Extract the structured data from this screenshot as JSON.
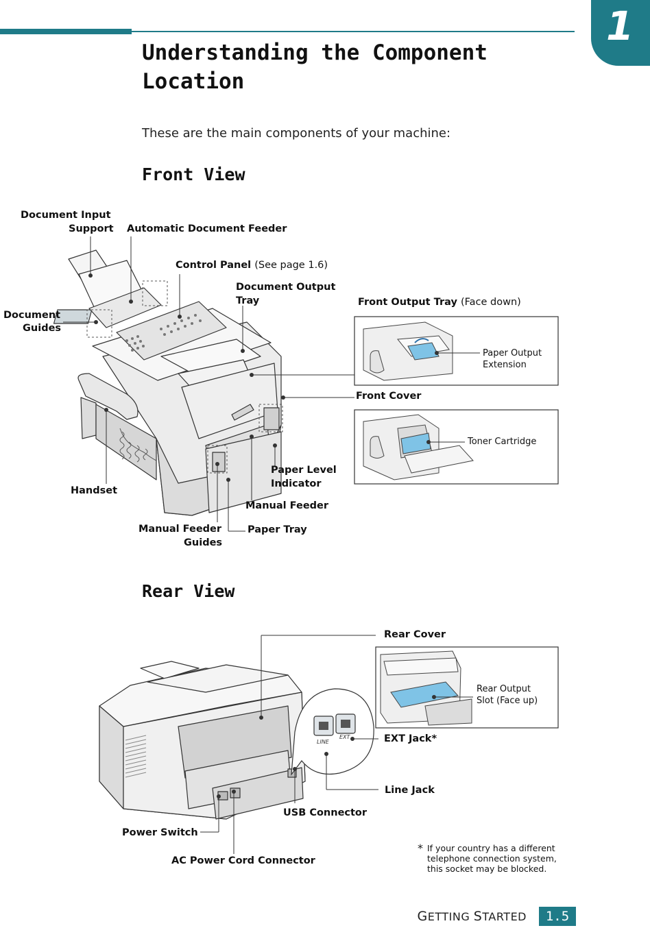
{
  "chapter": {
    "number": "1"
  },
  "title": "Understanding the Component Location",
  "intro": "These are the main components of your machine:",
  "front_view": {
    "heading": "Front View",
    "labels": {
      "doc_input_support_1": "Document Input",
      "doc_input_support_2": "Support",
      "adf": "Automatic Document Feeder",
      "control_panel": "Control Panel",
      "control_panel_note": "(See page 1.6)",
      "doc_output_tray_1": "Document Output",
      "doc_output_tray_2": "Tray",
      "document_guides_1": "Document",
      "document_guides_2": "Guides",
      "front_output_tray": "Front Output Tray",
      "front_output_tray_note": "(Face down)",
      "paper_output_extension_1": "Paper Output",
      "paper_output_extension_2": "Extension",
      "front_cover": "Front Cover",
      "toner_cartridge": "Toner Cartridge",
      "paper_level_indicator_1": "Paper Level",
      "paper_level_indicator_2": "Indicator",
      "handset": "Handset",
      "manual_feeder": "Manual Feeder",
      "manual_feeder_guides_1": "Manual Feeder",
      "manual_feeder_guides_2": "Guides",
      "paper_tray": "Paper Tray"
    }
  },
  "rear_view": {
    "heading": "Rear View",
    "labels": {
      "rear_cover": "Rear Cover",
      "rear_output_slot_1": "Rear Output",
      "rear_output_slot_2": "Slot (Face up)",
      "ext_jack": "EXT Jack*",
      "line_jack": "Line Jack",
      "usb_connector": "USB Connector",
      "power_switch": "Power Switch",
      "ac_power_cord_connector": "AC Power Cord Connector",
      "jack_line_text": "LINE",
      "jack_ext_text": "EXT"
    },
    "note_star": "*",
    "note_1": "If your country has a different",
    "note_2": "telephone connection system,",
    "note_3": "this socket may be blocked."
  },
  "footer": {
    "section_g": "G",
    "section_rest1": "ETTING ",
    "section_s": "S",
    "section_rest2": "TARTED",
    "page": "1.5"
  },
  "colors": {
    "accent": "#1f7b88",
    "highlight_blue": "#7fc3e6"
  }
}
